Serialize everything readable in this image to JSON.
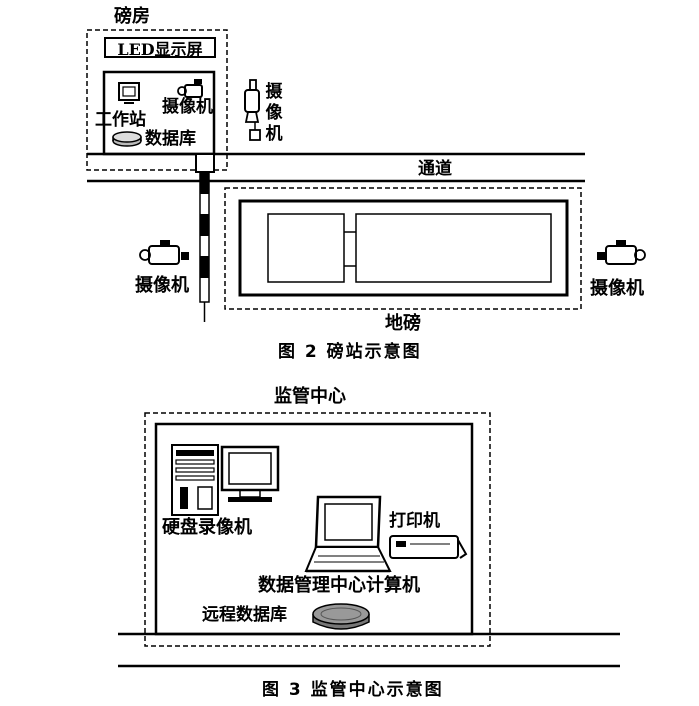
{
  "fig2": {
    "booth_label": "磅房",
    "led_label": "LED显示屏",
    "workstation_label": "工作站",
    "camera_booth_label": "摄像机",
    "database_label": "数据库",
    "camera_vertical_label": "摄像机",
    "channel_label": "通道",
    "camera_left_label": "摄像机",
    "camera_right_label": "摄像机",
    "scale_label": "地磅",
    "caption": "图 2  磅站示意图"
  },
  "fig3": {
    "center_label": "监管中心",
    "dvr_label": "硬盘录像机",
    "printer_label": "打印机",
    "computer_label": "数据管理中心计算机",
    "remote_db_label": "远程数据库",
    "caption": "图 3  监管中心示意图"
  }
}
